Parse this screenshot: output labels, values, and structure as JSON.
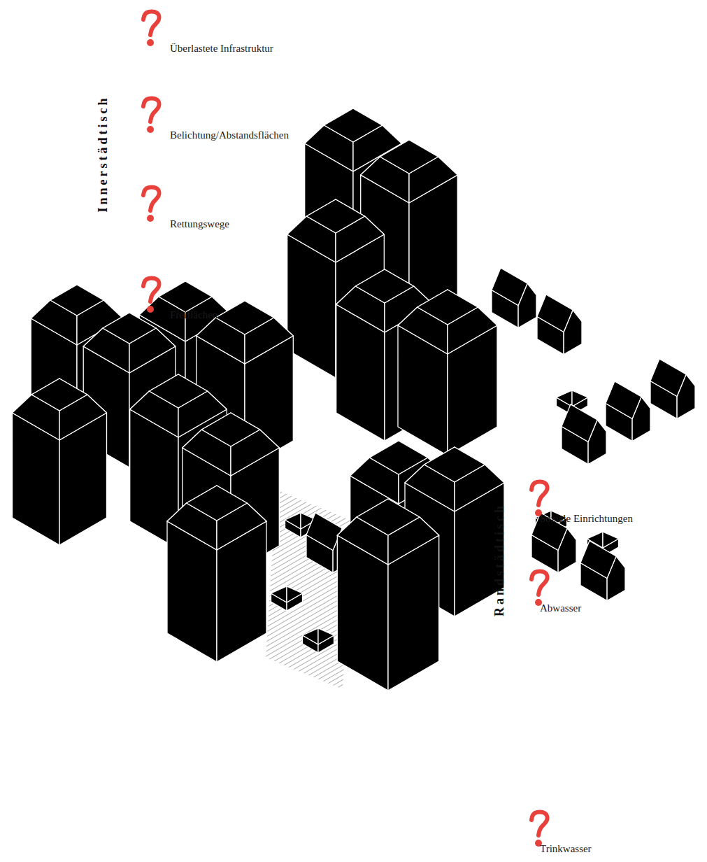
{
  "diagram": {
    "labels": [
      "Überlastete Infrastruktur",
      "Innerstädtisch",
      "Belichtung/Abstandsflächen",
      "Rettungswege",
      "Freiflächen",
      "Randstädtisch",
      "Soziale Einrichtungen",
      "Abwasser",
      "Trinkwasser"
    ]
  }
}
